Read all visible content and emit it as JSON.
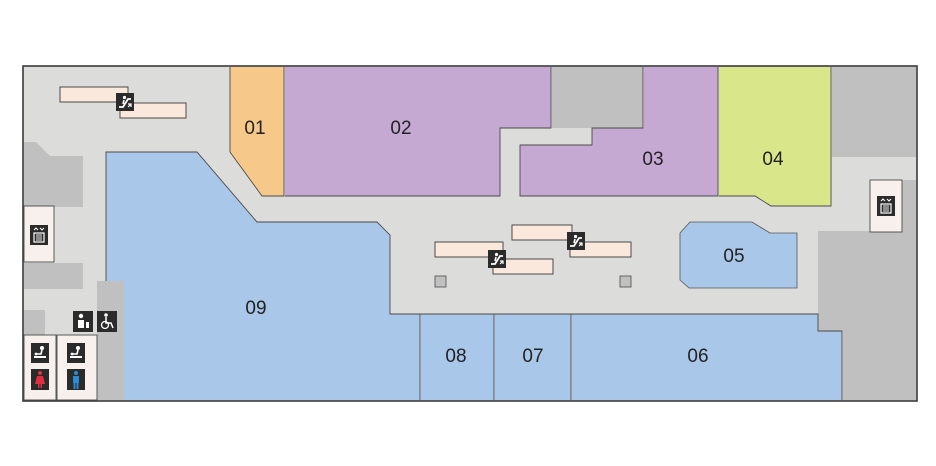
{
  "map": {
    "type": "floor-plan",
    "colors": {
      "background": "#ffffff",
      "corridor": "#dcdcdb",
      "wall": "#bfc0bf",
      "outline": "#3a3a3a",
      "escalator_platform": "#fbe8dc",
      "icon_dark": "#2b2b2b",
      "female": "#e0303f",
      "male": "#2a8ad0"
    },
    "units": [
      {
        "id": "01",
        "label": "01",
        "color": "#f6c98a"
      },
      {
        "id": "02",
        "label": "02",
        "color": "#c5a9d3"
      },
      {
        "id": "03",
        "label": "03",
        "color": "#c5a9d3"
      },
      {
        "id": "04",
        "label": "04",
        "color": "#d9e68a"
      },
      {
        "id": "05",
        "label": "05",
        "color": "#a9c7e8"
      },
      {
        "id": "06",
        "label": "06",
        "color": "#a9c7e8"
      },
      {
        "id": "07",
        "label": "07",
        "color": "#a9c7e8"
      },
      {
        "id": "08",
        "label": "08",
        "color": "#a9c7e8"
      },
      {
        "id": "09",
        "label": "09",
        "color": "#a9c7e8"
      }
    ],
    "facilities": [
      {
        "name": "escalator",
        "icon": "escalator-icon",
        "count": 3
      },
      {
        "name": "elevator",
        "icon": "elevator-icon",
        "count": 2
      },
      {
        "name": "multipurpose restroom",
        "icon": "multipurpose-restroom-icon",
        "count": 1
      },
      {
        "name": "accessible",
        "icon": "wheelchair-icon",
        "count": 1
      },
      {
        "name": "baby changing",
        "icon": "baby-changing-icon",
        "count": 2
      },
      {
        "name": "women's restroom",
        "icon": "female-restroom-icon",
        "count": 1
      },
      {
        "name": "men's restroom",
        "icon": "male-restroom-icon",
        "count": 1
      }
    ]
  }
}
